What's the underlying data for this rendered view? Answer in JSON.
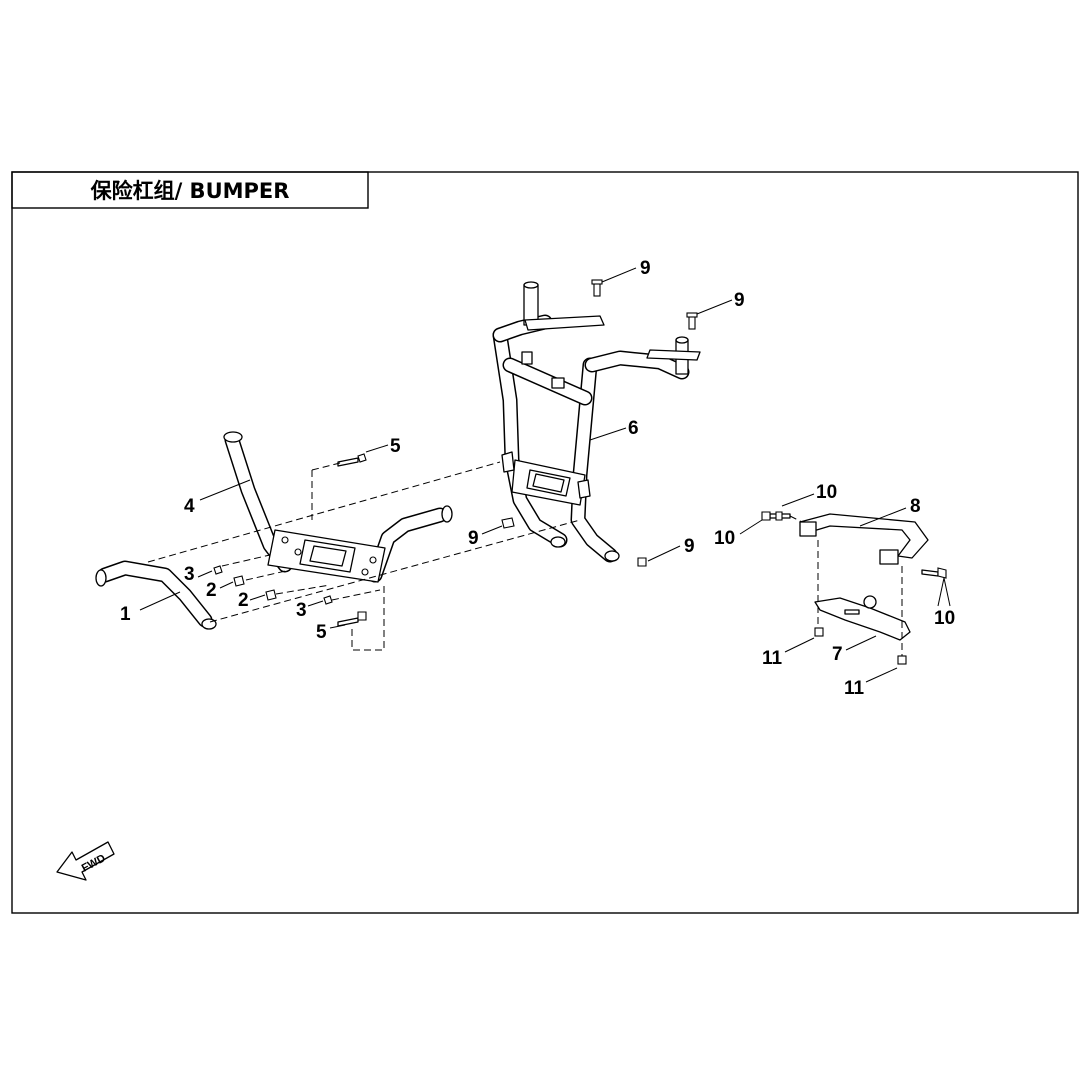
{
  "title": "保险杠组/ BUMPER",
  "fwd_label": "FWD",
  "callouts": {
    "n1": "1",
    "n2a": "2",
    "n2b": "2",
    "n3a": "3",
    "n3b": "3",
    "n4": "4",
    "n5a": "5",
    "n5b": "5",
    "n6": "6",
    "n7": "7",
    "n8": "8",
    "n9a": "9",
    "n9b": "9",
    "n9c": "9",
    "n9d": "9",
    "n10a": "10",
    "n10b": "10",
    "n10c": "10",
    "n11a": "11",
    "n11b": "11"
  }
}
